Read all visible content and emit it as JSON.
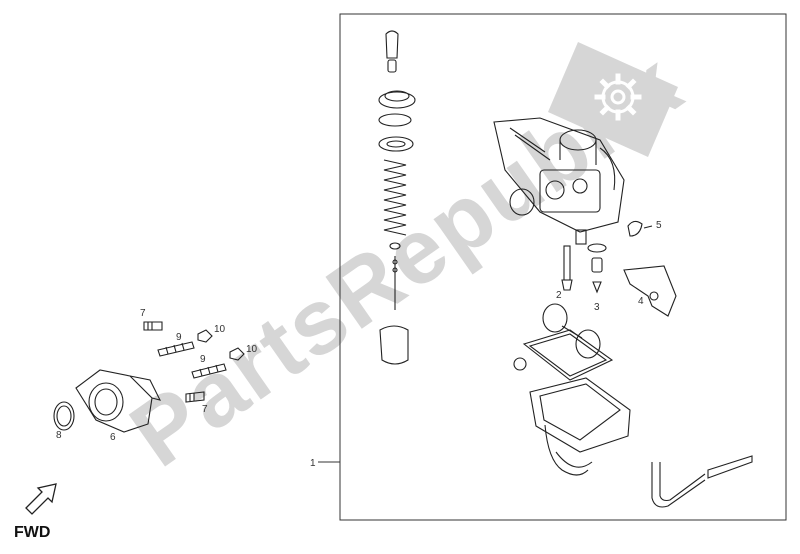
{
  "watermark": {
    "text": "PartsRepublik",
    "color": "#cccccc",
    "icon": "gear-icon"
  },
  "fwd": {
    "label": "FWD"
  },
  "callouts": {
    "c1": "1",
    "c2": "2",
    "c3": "3",
    "c4": "4",
    "c5": "5",
    "c6": "6",
    "c7a": "7",
    "c7b": "7",
    "c8": "8",
    "c9a": "9",
    "c9b": "9",
    "c10a": "10",
    "c10b": "10"
  },
  "colors": {
    "line": "#222222",
    "frame": "#333333",
    "label": "#333333"
  }
}
